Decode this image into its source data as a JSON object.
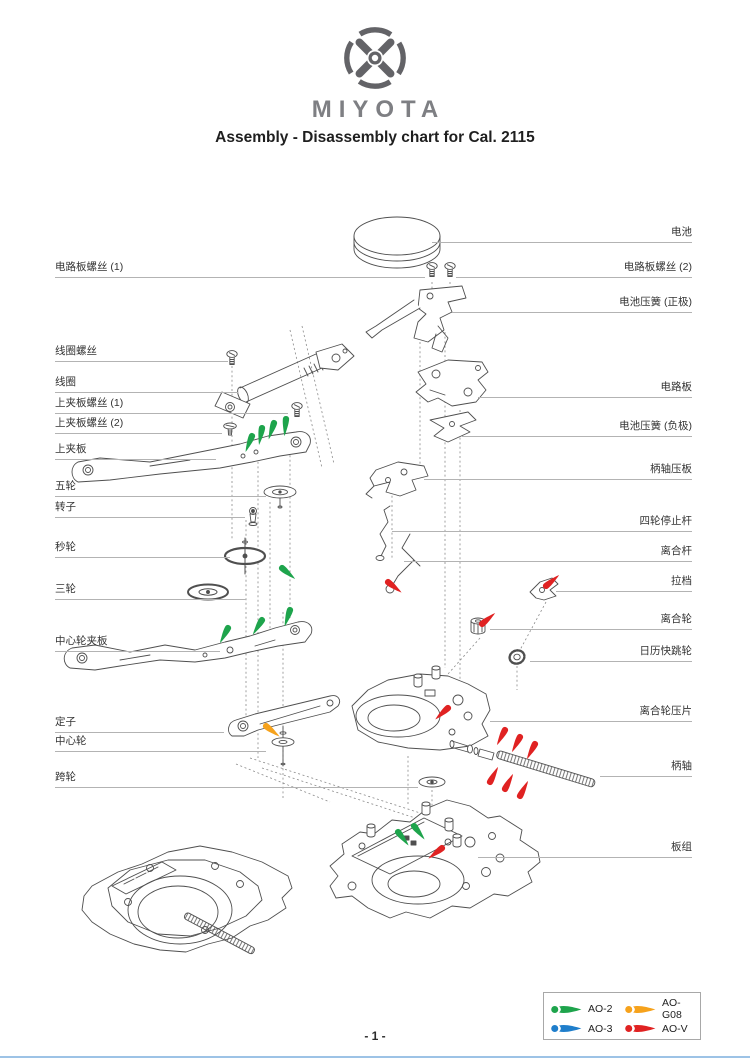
{
  "logo": {
    "brand": "MIYOTA"
  },
  "title": "Assembly - Disassembly chart for Cal. 2115",
  "page_number": "- 1 -",
  "colors": {
    "line_art": "#4f4f4f",
    "leader_line": "#b3b3b3",
    "footer_rule": "#9dc3e6"
  },
  "diagram": {
    "left_labels": [
      {
        "text": "电路板螺丝 (1)"
      },
      {
        "text": "线圈螺丝"
      },
      {
        "text": "线圈"
      },
      {
        "text": "上夹板螺丝 (1)"
      },
      {
        "text": "上夹板螺丝 (2)"
      },
      {
        "text": "上夹板"
      },
      {
        "text": "五轮"
      },
      {
        "text": "转子"
      },
      {
        "text": "秒轮"
      },
      {
        "text": "三轮"
      },
      {
        "text": "中心轮夹板"
      },
      {
        "text": "定子"
      },
      {
        "text": "中心轮"
      },
      {
        "text": "跨轮"
      }
    ],
    "right_labels": [
      {
        "text": "电池"
      },
      {
        "text": "电路板螺丝 (2)"
      },
      {
        "text": "电池压簧 (正极)"
      },
      {
        "text": "电路板"
      },
      {
        "text": "电池压簧 (负极)"
      },
      {
        "text": "柄轴压板"
      },
      {
        "text": "四轮停止杆"
      },
      {
        "text": "离合杆"
      },
      {
        "text": "拉档"
      },
      {
        "text": "离合轮"
      },
      {
        "text": "日历快跳轮"
      },
      {
        "text": "离合轮压片"
      },
      {
        "text": "柄轴"
      },
      {
        "text": "板组"
      }
    ]
  },
  "legend": {
    "items": [
      {
        "label": "AO-2",
        "color": "#1ea44c"
      },
      {
        "label": "AO-G08",
        "color": "#f6a21c"
      },
      {
        "label": "AO-3",
        "color": "#1f7ecb"
      },
      {
        "label": "AO-V",
        "color": "#e02222"
      }
    ]
  }
}
